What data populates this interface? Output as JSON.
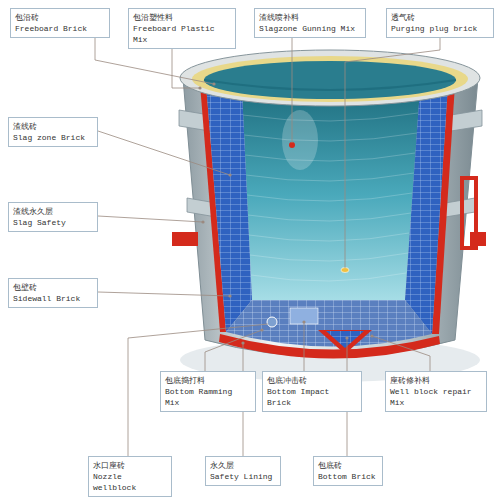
{
  "diagram": {
    "nodes": [
      {
        "text": [
          "包沿砖",
          "Freeboard Brick"
        ]
      },
      {
        "text": [
          "包沿塑性料",
          "Freeboard Plastic Mix"
        ]
      },
      {
        "text": [
          "渣线喷补料",
          "Slagzone Gunning Mix"
        ]
      },
      {
        "text": [
          "透气砖",
          "Purging plug brick"
        ]
      },
      {
        "text": [
          "渣线砖",
          "Slag zone Brick"
        ]
      },
      {
        "text": [
          "渣线永久层",
          "Slag Safety"
        ]
      },
      {
        "text": [
          "包壁砖",
          "Sidewall Brick"
        ]
      },
      {
        "text": [
          "包底捣打料",
          "Bottom Ramming Mix"
        ]
      },
      {
        "text": [
          "包底冲击砖",
          "Bottom Impact Brick"
        ]
      },
      {
        "text": [
          "座砖修补料",
          "Well block repair Mix"
        ]
      },
      {
        "text": [
          "水口座砖",
          "Nozzle wellblock"
        ]
      },
      {
        "text": [
          "永久层",
          "Safety Lining"
        ]
      },
      {
        "text": [
          "包底砖",
          "Bottom Brick"
        ]
      }
    ]
  }
}
